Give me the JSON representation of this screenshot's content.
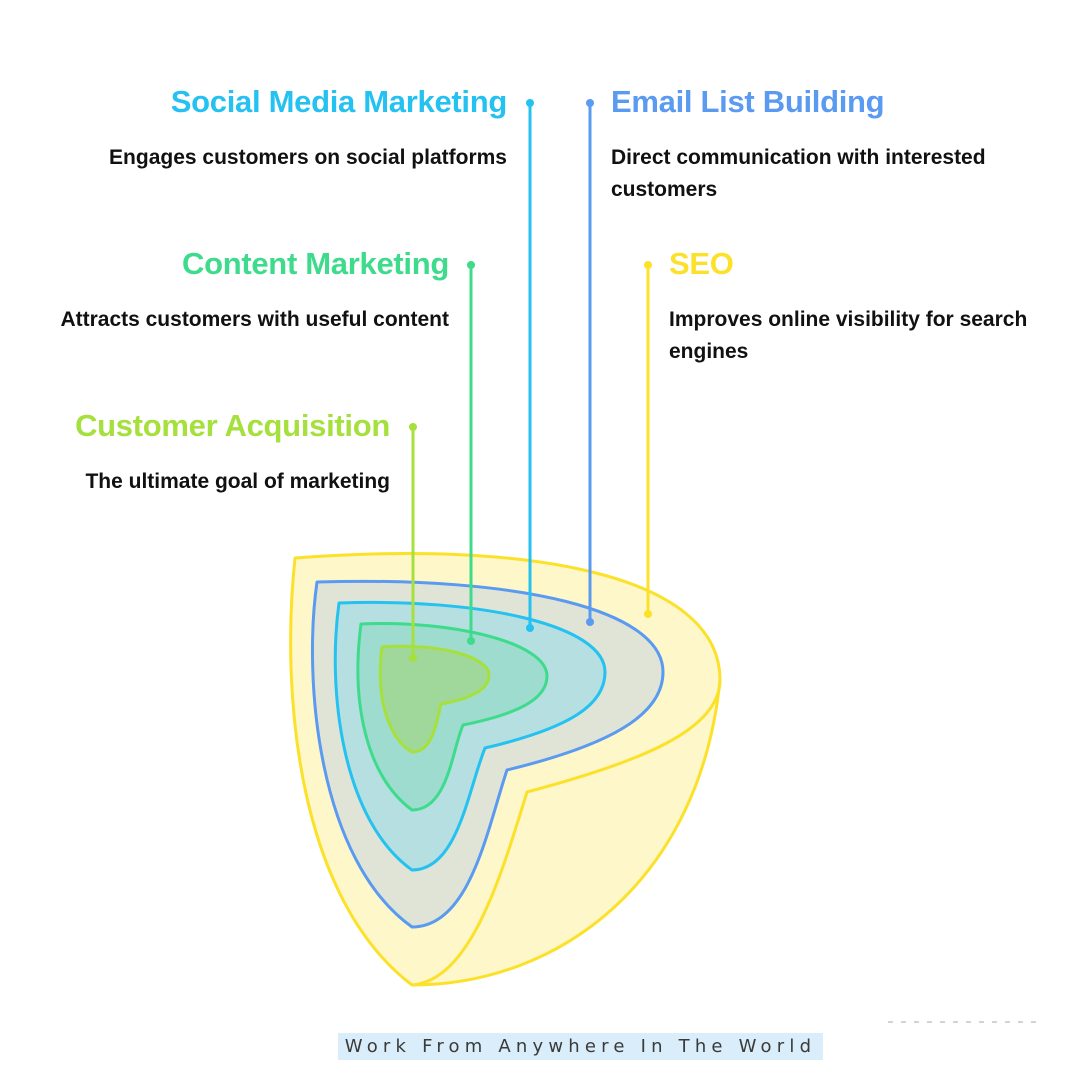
{
  "layers": [
    {
      "id": "social",
      "title": "Social Media Marketing",
      "description": "Engages customers on social platforms",
      "color": "#25c1f0"
    },
    {
      "id": "email",
      "title": "Email List Building",
      "description": "Direct communication with interested customers",
      "color": "#5a9af0"
    },
    {
      "id": "content",
      "title": "Content Marketing",
      "description": "Attracts customers with useful content",
      "color": "#3edb8c"
    },
    {
      "id": "seo",
      "title": "SEO",
      "description": "Improves online visibility for search engines",
      "color": "#fbe12a"
    },
    {
      "id": "acquisition",
      "title": "Customer Acquisition",
      "description": "The ultimate goal of marketing",
      "color": "#a6e03c"
    }
  ],
  "footer": {
    "text": "Work From Anywhere In The World"
  }
}
